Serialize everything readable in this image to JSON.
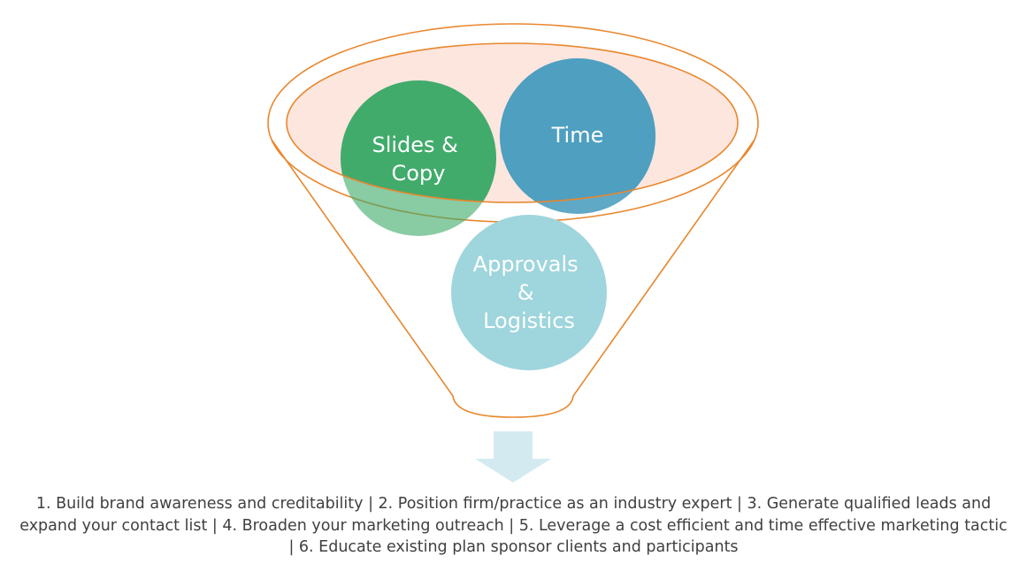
{
  "diagram": {
    "circles": {
      "slides": {
        "label_lines": [
          "Slides &",
          "Copy"
        ],
        "color": "#3aa866"
      },
      "time": {
        "label_lines": [
          "Time"
        ],
        "color": "#4e9fc0"
      },
      "approvals": {
        "label_lines": [
          "Approvals",
          "&",
          "Logistics"
        ],
        "color": "#9fd5dc"
      }
    },
    "funnel_color": "#e8872e",
    "rim_fill": "#fde6de",
    "arrow_color": "#d3ebf0",
    "outcomes": "1. Build brand awareness and creditability | 2. Position firm/practice as an industry expert | 3. Generate qualified leads and expand your contact list | 4. Broaden your marketing outreach | 5. Leverage a cost efficient and time effective marketing tactic | 6. Educate existing plan sponsor clients and participants"
  }
}
